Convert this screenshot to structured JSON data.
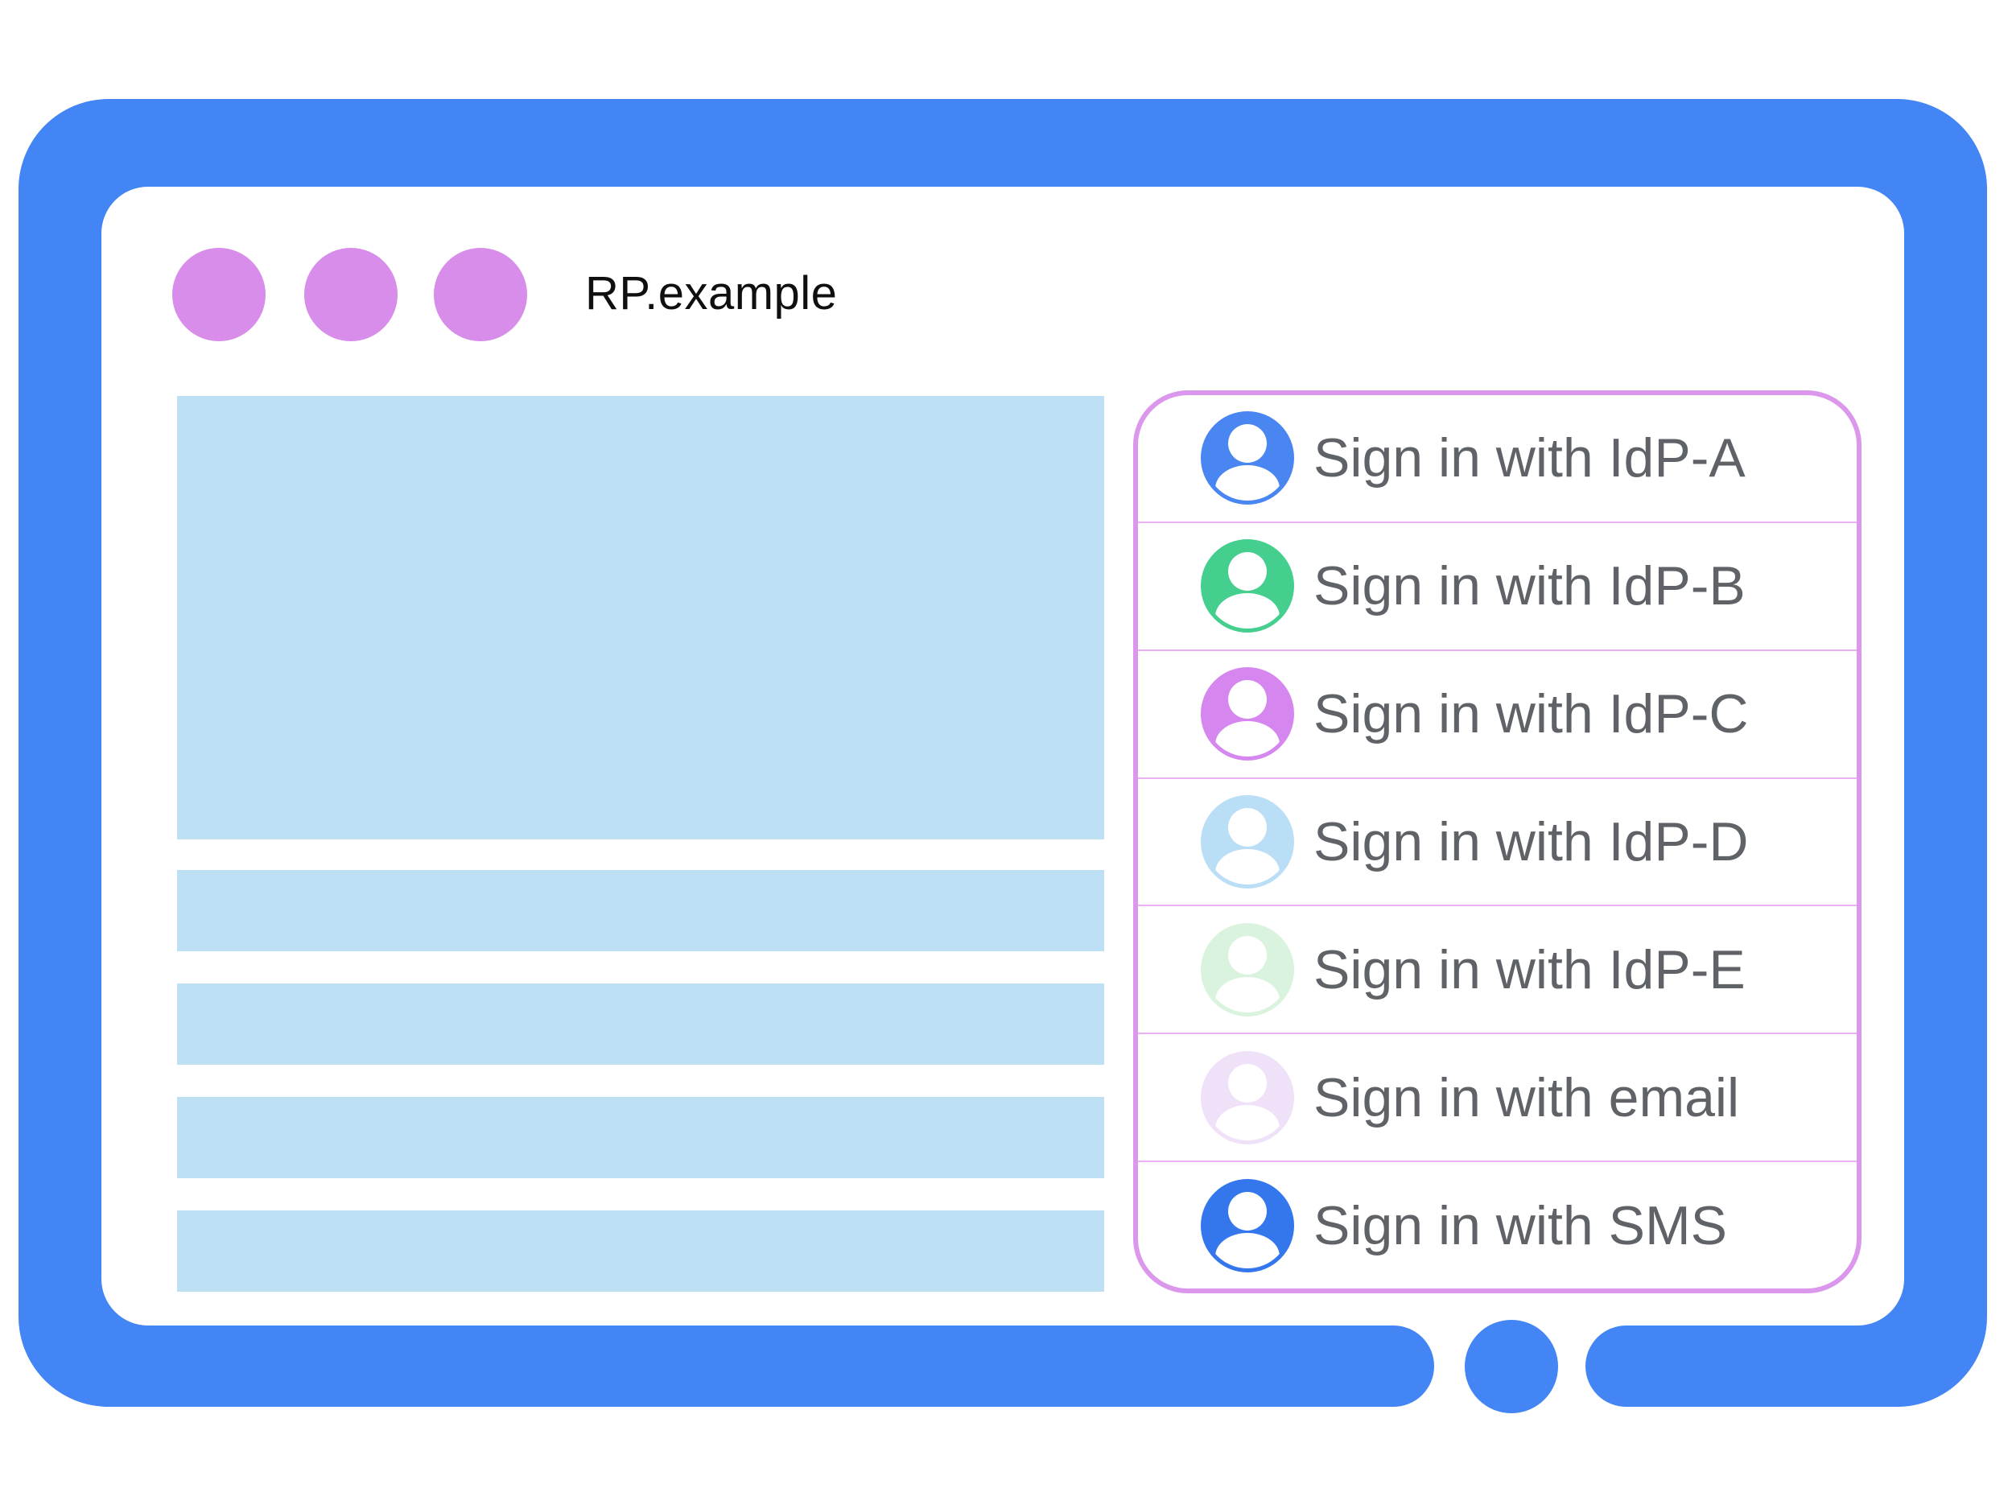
{
  "window": {
    "title": "RP.example"
  },
  "colors": {
    "frame_blue": "#4385F4",
    "placeholder_blue": "#BEE0F5",
    "traffic_dot": "#D78DE9",
    "panel_border": "#DA97EC",
    "panel_divider": "#E9B0F2",
    "panel_bg": "#FFFFFF",
    "label_gray": "#5F6368",
    "title_black": "#0E0F10"
  },
  "signin_panel": {
    "items": [
      {
        "label": "Sign in with IdP-A",
        "avatar_color": "#4A86F2"
      },
      {
        "label": "Sign in with IdP-B",
        "avatar_color": "#44CF8E"
      },
      {
        "label": "Sign in with IdP-C",
        "avatar_color": "#D687EF"
      },
      {
        "label": "Sign in with IdP-D",
        "avatar_color": "#BADEF6"
      },
      {
        "label": "Sign in with IdP-E",
        "avatar_color": "#DAF3DF"
      },
      {
        "label": "Sign in with email",
        "avatar_color": "#EFE2F8"
      },
      {
        "label": "Sign in with SMS",
        "avatar_color": "#3477EC"
      }
    ]
  }
}
